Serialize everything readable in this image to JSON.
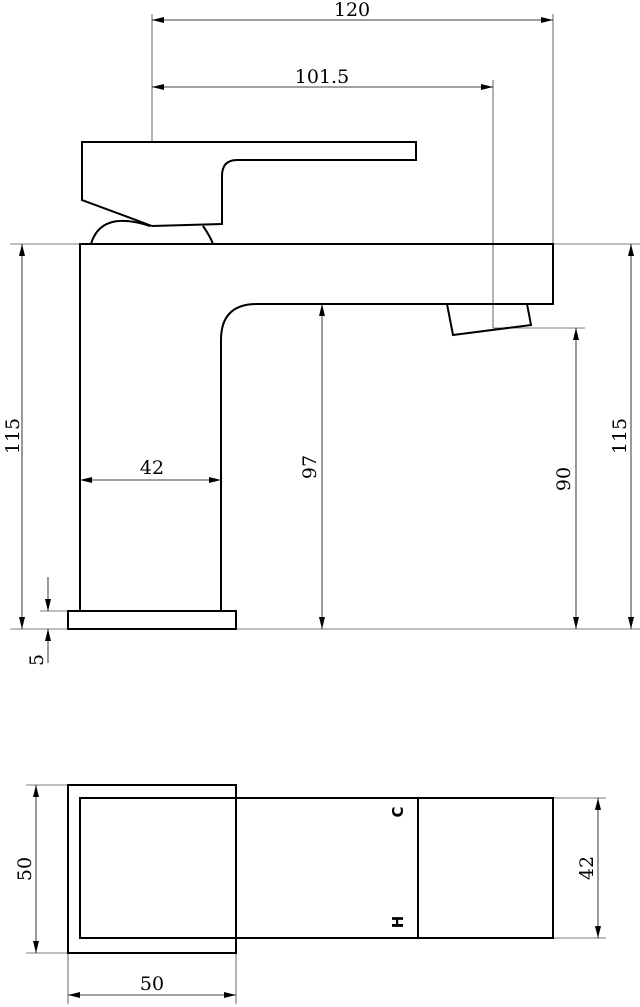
{
  "dimensions": {
    "overall_length": "120",
    "spout_reach": "101.5",
    "body_height_left": "115",
    "body_height_right": "115",
    "body_width": "42",
    "spout_clearance": "97",
    "outlet_height": "90",
    "base_thickness": "5",
    "plan_depth": "50",
    "plan_width": "50",
    "handle_width": "42"
  },
  "markings": {
    "cold": "C",
    "hot": "H"
  }
}
